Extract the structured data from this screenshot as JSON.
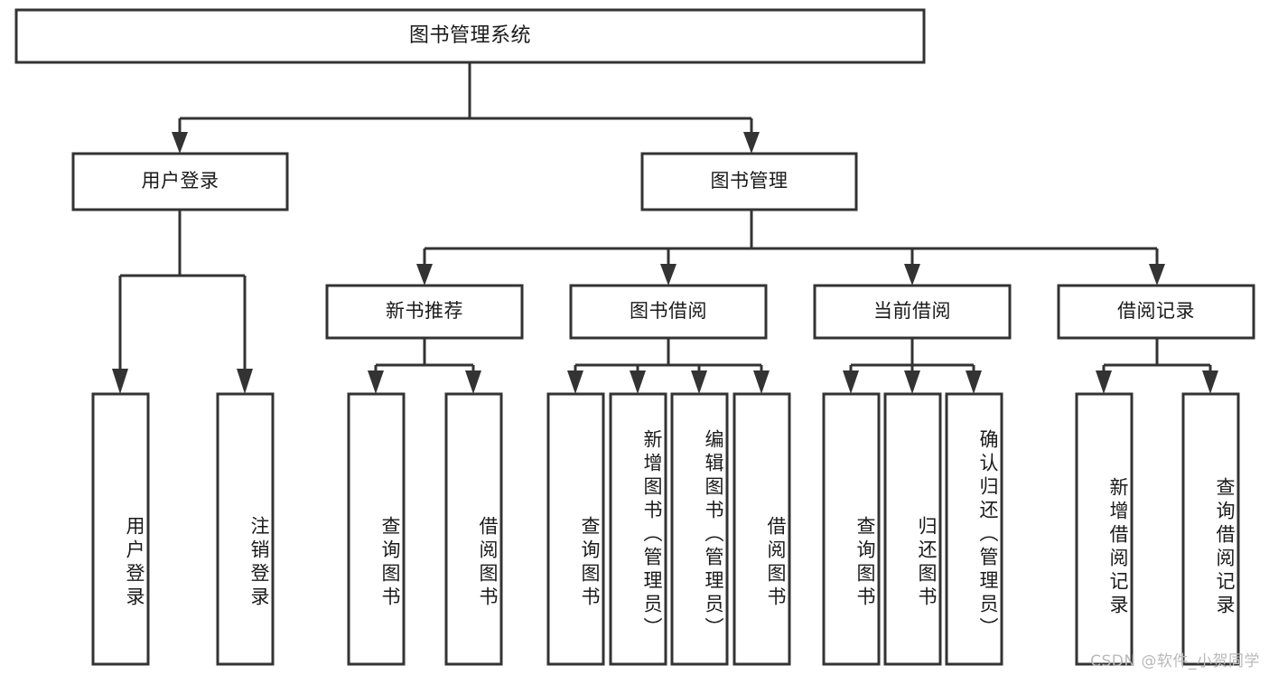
{
  "diagram": {
    "title": "图书管理系统",
    "type": "tree-hierarchy-diagram",
    "watermark": "CSDN @软件_小贺同学",
    "colors": {
      "stroke": "#333333",
      "fill": "#ffffff",
      "text": "#1a1a1a",
      "watermark": "#b9b9b9"
    },
    "nodes": {
      "root": {
        "label": "图书管理系统",
        "level": 1,
        "orientation": "horizontal"
      },
      "l2": [
        {
          "id": "user-login",
          "label": "用户登录",
          "level": 2,
          "orientation": "horizontal"
        },
        {
          "id": "book-manage",
          "label": "图书管理",
          "level": 2,
          "orientation": "horizontal"
        }
      ],
      "l3": [
        {
          "id": "new-book-recommend",
          "label": "新书推荐",
          "level": 3,
          "orientation": "horizontal"
        },
        {
          "id": "book-borrow",
          "label": "图书借阅",
          "level": 3,
          "orientation": "horizontal"
        },
        {
          "id": "current-borrow",
          "label": "当前借阅",
          "level": 3,
          "orientation": "horizontal"
        },
        {
          "id": "borrow-record",
          "label": "借阅记录",
          "level": 3,
          "orientation": "horizontal"
        }
      ],
      "leaves": [
        {
          "id": "leaf-user-login",
          "label": "用户登录",
          "parent": "user-login",
          "orientation": "vertical"
        },
        {
          "id": "leaf-user-logout",
          "label": "注销登录",
          "parent": "user-login",
          "orientation": "vertical"
        },
        {
          "id": "leaf-query-book-1",
          "label": "查询图书",
          "parent": "new-book-recommend",
          "orientation": "vertical"
        },
        {
          "id": "leaf-borrow-book-1",
          "label": "借阅图书",
          "parent": "new-book-recommend",
          "orientation": "vertical"
        },
        {
          "id": "leaf-query-book-2",
          "label": "查询图书",
          "parent": "book-borrow",
          "orientation": "vertical"
        },
        {
          "id": "leaf-add-book",
          "label": "新增图书（管理员）",
          "parent": "book-borrow",
          "orientation": "vertical"
        },
        {
          "id": "leaf-edit-book",
          "label": "编辑图书（管理员）",
          "parent": "book-borrow",
          "orientation": "vertical"
        },
        {
          "id": "leaf-borrow-book-2",
          "label": "借阅图书",
          "parent": "book-borrow",
          "orientation": "vertical"
        },
        {
          "id": "leaf-query-book-3",
          "label": "查询图书",
          "parent": "current-borrow",
          "orientation": "vertical"
        },
        {
          "id": "leaf-return-book",
          "label": "归还图书",
          "parent": "current-borrow",
          "orientation": "vertical"
        },
        {
          "id": "leaf-confirm-return",
          "label": "确认归还（管理员）",
          "parent": "current-borrow",
          "orientation": "vertical"
        },
        {
          "id": "leaf-add-record",
          "label": "新增借阅记录",
          "parent": "borrow-record",
          "orientation": "vertical"
        },
        {
          "id": "leaf-query-record",
          "label": "查询借阅记录",
          "parent": "borrow-record",
          "orientation": "vertical"
        }
      ]
    }
  }
}
